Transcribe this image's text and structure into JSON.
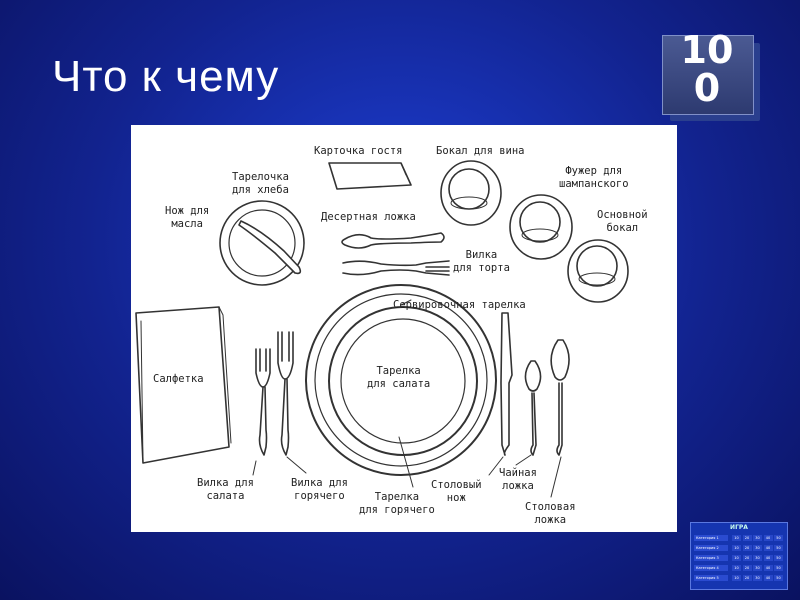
{
  "slide": {
    "title": "Что к чему"
  },
  "badge": {
    "value": "100"
  },
  "diagram": {
    "labels": {
      "guest_card": "Карточка гостя",
      "wine_glass": "Бокал для вина",
      "champagne_glass": "Фужер для\nшампанского",
      "main_glass": "Основной\nбокал",
      "bread_plate": "Тарелочка\nдля хлеба",
      "butter_knife": "Нож для\nмасла",
      "dessert_spoon": "Десертная ложка",
      "cake_fork": "Вилка\nдля торта",
      "service_plate": "Сервировочная тарелка",
      "napkin": "Салфетка",
      "salad_plate": "Тарелка\nдля салата",
      "salad_fork": "Вилка для\nсалата",
      "main_fork": "Вилка для\nгорячего",
      "main_plate": "Тарелка\nдля горячего",
      "table_knife": "Столовый\nнож",
      "tea_spoon": "Чайная\nложка",
      "table_spoon": "Столовая\nложка"
    }
  },
  "thumbnail": {
    "title": "ИГРА",
    "categories": [
      "Категория 1",
      "Категория 2",
      "Категория 3",
      "Категория 4",
      "Категория 5"
    ],
    "points": [
      "10",
      "20",
      "30",
      "40",
      "50"
    ]
  }
}
